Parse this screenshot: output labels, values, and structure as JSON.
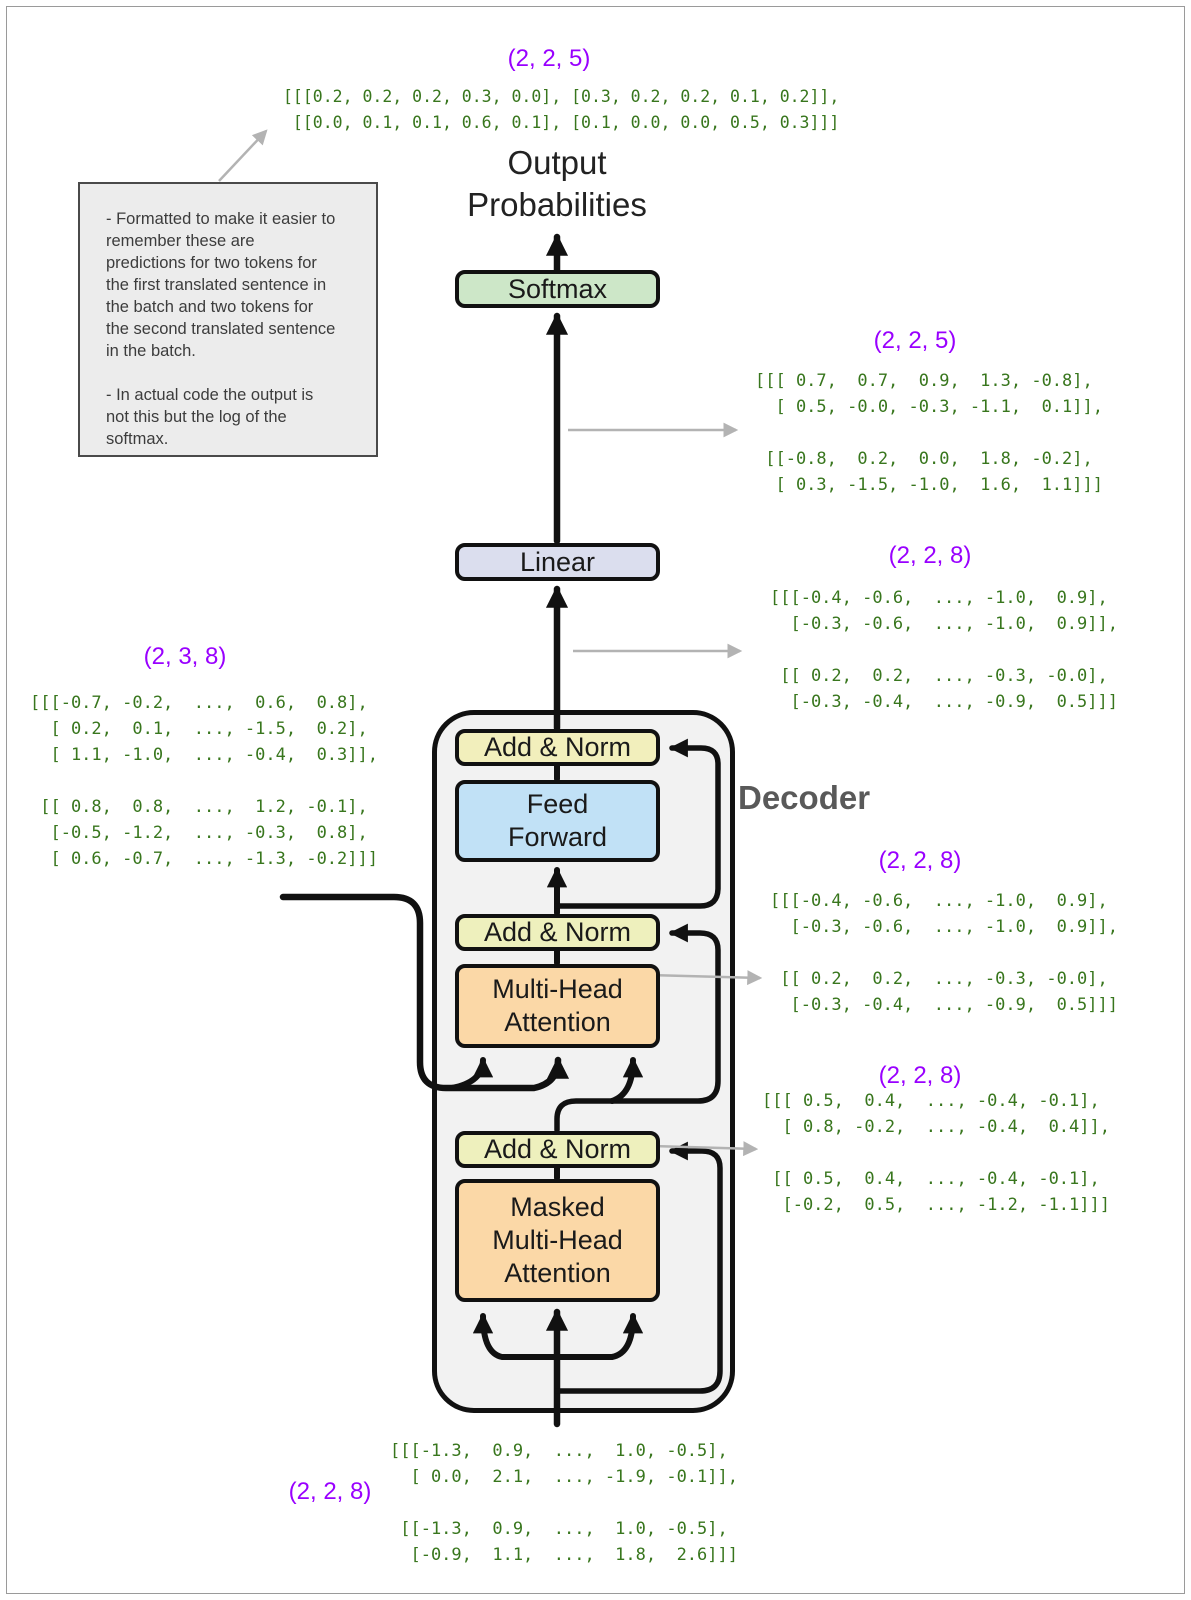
{
  "title": "Output\nProbabilities",
  "decoder": {
    "label": "Decoder"
  },
  "blocks": {
    "softmax": "Softmax",
    "linear": "Linear",
    "add_norm_top": "Add & Norm",
    "feed_forward": "Feed\nForward",
    "add_norm_mid": "Add & Norm",
    "multi_head_attention": "Multi-Head\nAttention",
    "add_norm_bottom": "Add & Norm",
    "masked_multi_head_attention": "Masked\nMulti-Head\nAttention"
  },
  "note": {
    "text": "- Formatted to make it easier to\nremember these are\npredictions for two tokens for\nthe first translated sentence in\nthe batch and two tokens for\nthe second translated sentence\nin the batch.\n\n- In actual code the output is\nnot this but the log of the\nsoftmax."
  },
  "tensors": {
    "softmax_output": {
      "shape": "(2, 2, 5)",
      "matrix": "[[[0.2, 0.2, 0.2, 0.3, 0.0], [0.3, 0.2, 0.2, 0.1, 0.2]],\n [[0.0, 0.1, 0.1, 0.6, 0.1], [0.1, 0.0, 0.0, 0.5, 0.3]]]"
    },
    "linear_output": {
      "shape": "(2, 2, 5)",
      "matrix": "[[[ 0.7,  0.7,  0.9,  1.3, -0.8],\n  [ 0.5, -0.0, -0.3, -1.1,  0.1]],\n\n [[-0.8,  0.2,  0.0,  1.8, -0.2],\n  [ 0.3, -1.5, -1.0,  1.6,  1.1]]]"
    },
    "decoder_output": {
      "shape": "(2, 2, 8)",
      "matrix": "[[[-0.4, -0.6,  ..., -1.0,  0.9],\n  [-0.3, -0.6,  ..., -1.0,  0.9]],\n\n [[ 0.2,  0.2,  ..., -0.3, -0.0],\n  [-0.3, -0.4,  ..., -0.9,  0.5]]]"
    },
    "encoder_output": {
      "shape": "(2, 3, 8)",
      "matrix": "[[[-0.7, -0.2,  ...,  0.6,  0.8],\n  [ 0.2,  0.1,  ..., -1.5,  0.2],\n  [ 1.1, -1.0,  ..., -0.4,  0.3]],\n\n [[ 0.8,  0.8,  ...,  1.2, -0.1],\n  [-0.5, -1.2,  ..., -0.3,  0.8],\n  [ 0.6, -0.7,  ..., -1.3, -0.2]]]"
    },
    "ffn_block_output": {
      "shape": "(2, 2, 8)",
      "matrix": "[[[-0.4, -0.6,  ..., -1.0,  0.9],\n  [-0.3, -0.6,  ..., -1.0,  0.9]],\n\n [[ 0.2,  0.2,  ..., -0.3, -0.0],\n  [-0.3, -0.4,  ..., -0.9,  0.5]]]"
    },
    "masked_block_output": {
      "shape": "(2, 2, 8)",
      "matrix": "[[[ 0.5,  0.4,  ..., -0.4, -0.1],\n  [ 0.8, -0.2,  ..., -0.4,  0.4]],\n\n [[ 0.5,  0.4,  ..., -0.4, -0.1],\n  [-0.2,  0.5,  ..., -1.2, -1.1]]]"
    },
    "decoder_input": {
      "shape": "(2, 2, 8)",
      "matrix": "[[[-1.3,  0.9,  ...,  1.0, -0.5],\n  [ 0.0,  2.1,  ..., -1.9, -0.1]],\n\n [[-1.3,  0.9,  ...,  1.0, -0.5],\n  [-0.9,  1.1,  ...,  1.8,  2.6]]]"
    }
  },
  "colors": {
    "matrix_text": "#38761d",
    "shape_label": "#9900ff",
    "softmax_fill": "#cde7c8",
    "linear_fill": "#dbdeee",
    "add_norm_fill": "#eef0bd",
    "feed_forward_fill": "#c1e1f6",
    "attention_fill": "#fbd8a7",
    "decoder_fill": "#f2f2f2",
    "note_fill": "#ececec"
  }
}
